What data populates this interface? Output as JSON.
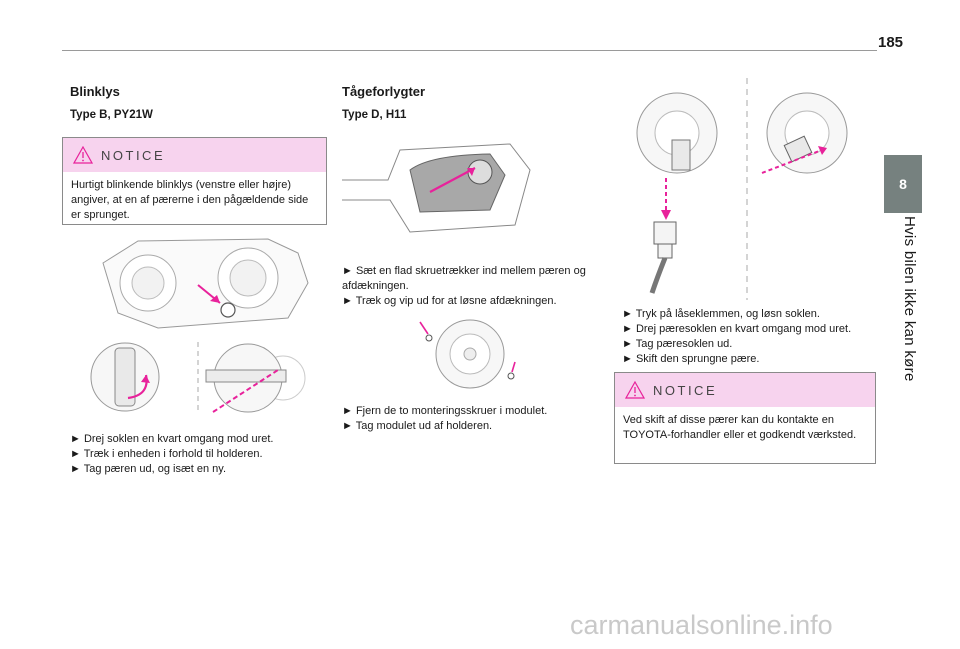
{
  "page_number": "185",
  "side_tab": {
    "number": "8",
    "title": "Hvis bilen ikke kan køre"
  },
  "col1": {
    "heading": "Blinklys",
    "subheading": "Type B, PY21W",
    "notice": {
      "label": "NOTICE",
      "text": "Hurtigt blinkende blinklys (venstre eller højre) angiver, at en af pærerne i den pågældende side er sprunget."
    },
    "steps": [
      "► Drej soklen en kvart omgang mod uret.",
      "► Træk i enheden i forhold til holderen.",
      "► Tag pæren ud, og isæt en ny."
    ]
  },
  "col2": {
    "heading": "Tågeforlygter",
    "subheading": "Type D, H11",
    "steps_a": [
      "► Sæt en flad skruetrækker ind mellem pæren og afdækningen.",
      "► Træk og vip ud for at løsne afdækningen."
    ],
    "steps_b": [
      "► Fjern de to monteringsskruer i modulet.",
      "► Tag modulet ud af holderen."
    ]
  },
  "col3": {
    "steps": [
      "► Tryk på låseklemmen, og løsn soklen.",
      "► Drej pæresoklen en kvart omgang mod uret.",
      "► Tag pæresoklen ud.",
      "► Skift den sprungne pære."
    ],
    "notice": {
      "label": "NOTICE",
      "text": "Ved skift af disse pærer kan du kontakte en TOYOTA-forhandler eller et godkendt værksted."
    }
  },
  "watermark": "carmanualsonline.info",
  "colors": {
    "accent": "#e8229b",
    "notice_bg": "#f7d3ee",
    "tab_bg": "#76817f"
  }
}
